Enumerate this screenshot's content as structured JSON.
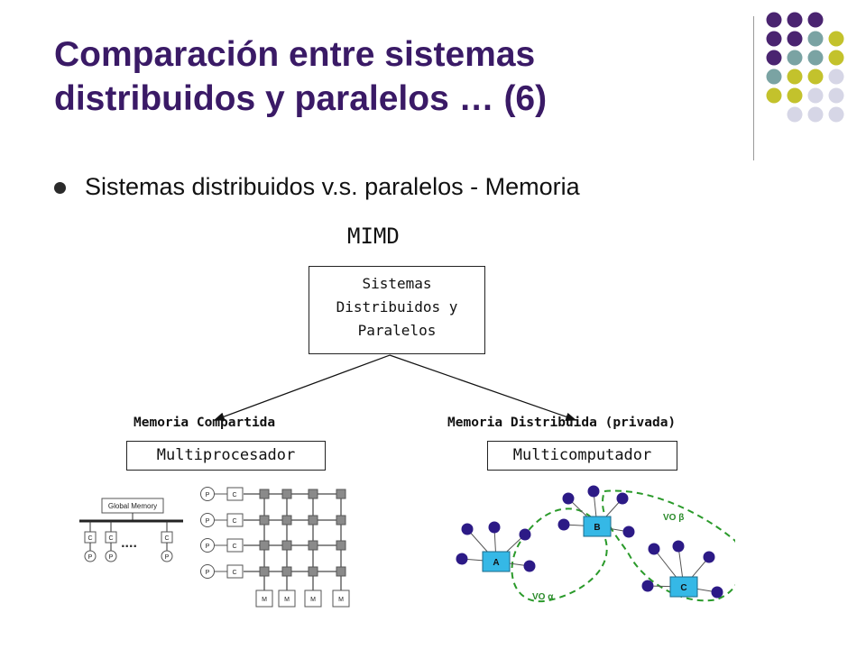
{
  "slide": {
    "title_line1": "Comparación entre sistemas",
    "title_line2": "distribuidos y paralelos … (6)",
    "bullet": "Sistemas distribuidos v.s. paralelos - Memoria"
  },
  "diagram": {
    "heading": "MIMD",
    "root_lines": [
      "Sistemas",
      "Distribuidos y",
      "Paralelos"
    ],
    "left_label": "Memoria Compartida",
    "left_box": "Multiprocesador",
    "right_label": "Memoria Distribuida (privada)",
    "right_box": "Multicomputador"
  },
  "shared_memory_fig": {
    "global_memory": "Global Memory",
    "cache": "C",
    "processor": "P",
    "memory": "M",
    "ellipsis": "...."
  },
  "network_fig": {
    "nodes": [
      "A",
      "B",
      "C"
    ],
    "vo_alpha": "VO α",
    "vo_beta": "VO β"
  },
  "colors": {
    "title": "#3a1a66",
    "dot_purple": "#4a2470",
    "dot_teal": "#7aa3a3",
    "dot_yellow": "#c3c22c",
    "dot_lavender": "#d6d6e6",
    "node_fill": "#35b8e6",
    "peer_dot": "#2c1a86",
    "vo_green": "#2a9a2a"
  }
}
